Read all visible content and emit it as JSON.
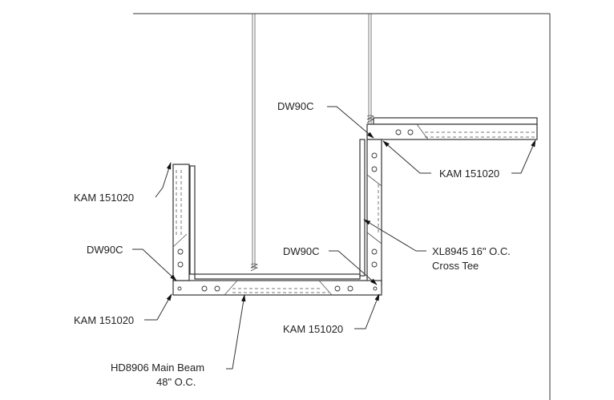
{
  "labels": {
    "dw90c_top": "DW90C",
    "kam_right": "KAM 151020",
    "kam_left_top": "KAM 151020",
    "dw90c_left": "DW90C",
    "dw90c_mid": "DW90C",
    "xl8945_line1": "XL8945 16\" O.C.",
    "xl8945_line2": "Cross Tee",
    "kam_left_bottom": "KAM 151020",
    "kam_bottom_mid": "KAM 151020",
    "hd8906_line1": "HD8906 Main Beam",
    "hd8906_line2": "48\" O.C."
  }
}
